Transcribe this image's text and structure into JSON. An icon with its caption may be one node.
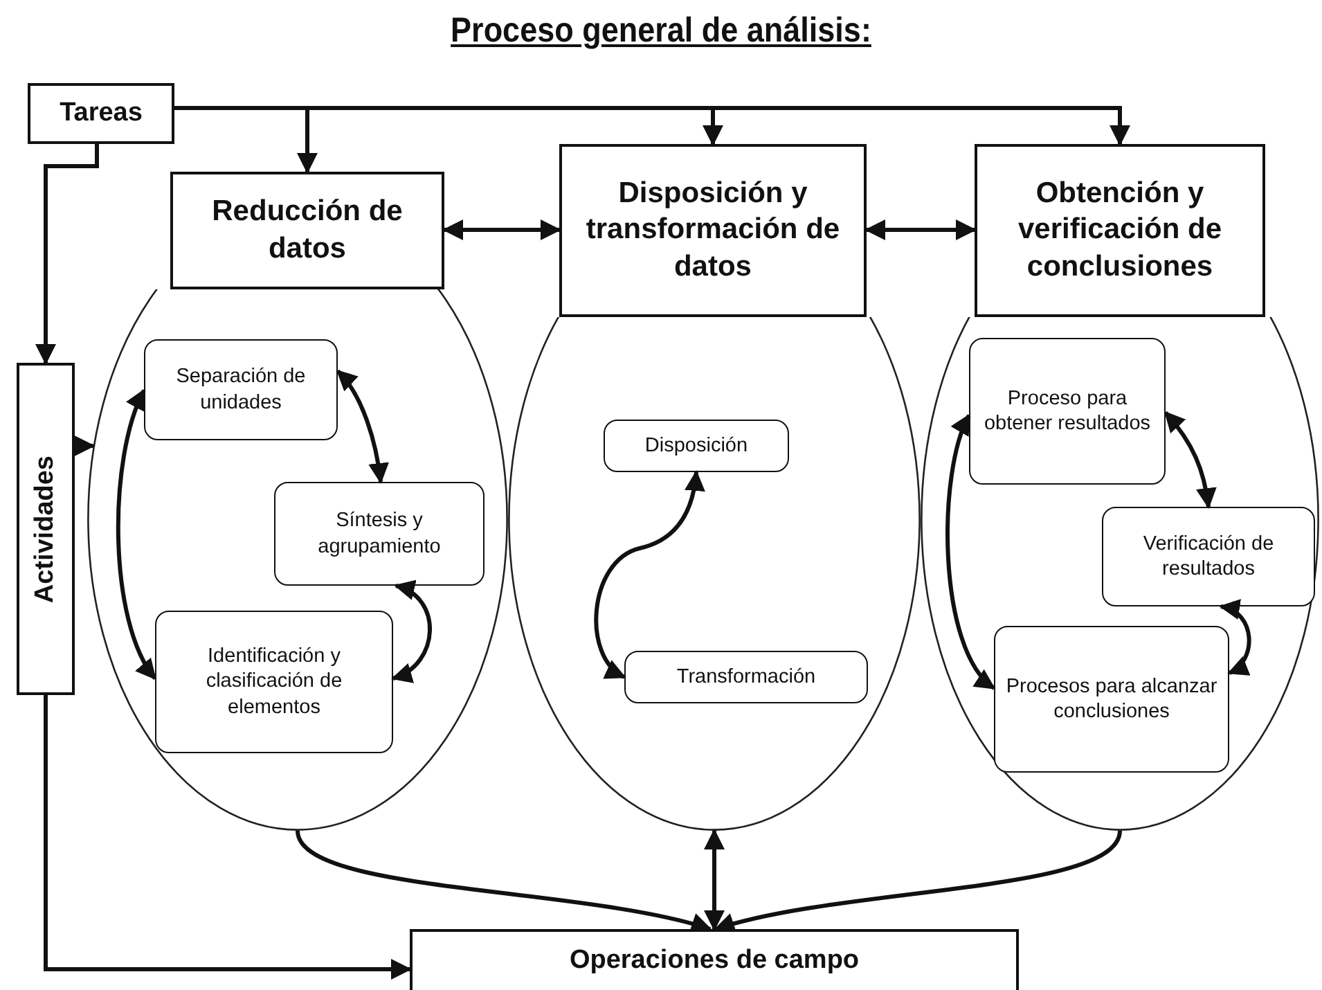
{
  "diagram": {
    "title": "Proceso general de análisis:",
    "nodes": [
      {
        "text": [
          "Tareas"
        ]
      },
      {
        "text": [
          "Reducción de datos"
        ]
      },
      {
        "text": [
          "Disposición y transformación de datos"
        ]
      },
      {
        "text": [
          "Obtención y verificación de conclusiones"
        ]
      },
      {
        "text": [
          "Actividades"
        ]
      },
      {
        "text": [],
        "shape": "ellipse"
      },
      {
        "text": [
          "Separación de unidades"
        ],
        "in": 5
      },
      {
        "text": [
          "Síntesis y agrupamiento"
        ],
        "in": 5
      },
      {
        "text": [
          "Identificación y clasificación de elementos"
        ],
        "in": 5
      },
      {
        "text": [],
        "shape": "ellipse"
      },
      {
        "text": [
          "Disposición"
        ],
        "in": 9
      },
      {
        "text": [
          "Transformación"
        ],
        "in": 9
      },
      {
        "text": [],
        "shape": "ellipse"
      },
      {
        "text": [
          "Proceso para obtener resultados"
        ],
        "in": 12
      },
      {
        "text": [
          "Verificación de resultados"
        ],
        "in": 12
      },
      {
        "text": [
          "Procesos para alcanzar conclusiones"
        ],
        "in": 12
      },
      {
        "text": [
          "Operaciones de campo"
        ]
      }
    ],
    "edges": [
      {
        "from": 0,
        "to": 1,
        "arrow": "to"
      },
      {
        "from": 0,
        "to": 2,
        "arrow": "to"
      },
      {
        "from": 0,
        "to": 3,
        "arrow": "to"
      },
      {
        "from": 0,
        "to": 4,
        "arrow": "to"
      },
      {
        "from": 1,
        "to": 2,
        "arrow": "both"
      },
      {
        "from": 2,
        "to": 3,
        "arrow": "both"
      },
      {
        "from": 4,
        "to": 5,
        "arrow": "to"
      },
      {
        "from": 6,
        "to": 7,
        "arrow": "both"
      },
      {
        "from": 7,
        "to": 8,
        "arrow": "both"
      },
      {
        "from": 6,
        "to": 8,
        "arrow": "both"
      },
      {
        "from": 10,
        "to": 11,
        "arrow": "both"
      },
      {
        "from": 13,
        "to": 14,
        "arrow": "both"
      },
      {
        "from": 14,
        "to": 15,
        "arrow": "both"
      },
      {
        "from": 13,
        "to": 15,
        "arrow": "both"
      },
      {
        "from": 5,
        "to": 16,
        "arrow": "to"
      },
      {
        "from": 9,
        "to": 16,
        "arrow": "both"
      },
      {
        "from": 12,
        "to": 16,
        "arrow": "to"
      },
      {
        "from": 4,
        "to": 16,
        "arrow": "to"
      }
    ]
  }
}
